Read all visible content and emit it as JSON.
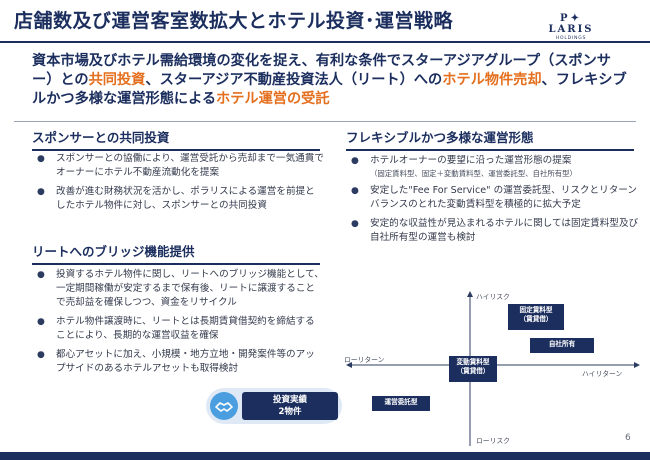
{
  "header": {
    "title": "店舗数及び運営客室数拡大とホテル投資･運営戦略",
    "logo_name": "POLARIS",
    "logo_sub": "HOLDINGS"
  },
  "lead": {
    "part1": "資本市場及びホテル需給環境の変化を捉え、有利な条件でスターアジアグループ（スポンサー）との",
    "hl1": "共同投資",
    "part2": "、スターアジア不動産投資法人（リート）への",
    "hl2": "ホテル物件売却",
    "part3": "、フレキシブルかつ多様な運営形態による",
    "hl3": "ホテル運営の受託"
  },
  "sponsor": {
    "heading": "スポンサーとの共同投資",
    "items": [
      "スポンサーとの協働により、運営受託から売却まで一気通貫でオーナーにホテル不動産流動化を提案",
      "改善が進む財務状況を活かし、ポラリスによる運営を前提としたホテル物件に対し、スポンサーとの共同投資"
    ]
  },
  "reit": {
    "heading": "リートへのブリッジ機能提供",
    "items": [
      "投資するホテル物件に関し、リートへのブリッジ機能として、一定期間稼働が安定するまで保有後、リートに譲渡することで売却益を確保しつつ、資金をリサイクル",
      "ホテル物件譲渡時に、リートとは長期賃貸借契約を締結することにより、長期的な運営収益を確保",
      "都心アセットに加え、小規模・地方立地・開発案件等のアップサイドのあるホテルアセットも取得検討"
    ]
  },
  "badge": {
    "line1": "投資実績",
    "line2": "2物件"
  },
  "flexible": {
    "heading": "フレキシブルかつ多様な運営形態",
    "item1": "ホテルオーナーの要望に沿った運営形態の提案",
    "item1_note": "（固定賃料型、固定＋変動賃料型、運営委託型、自社所有型）",
    "item2": "安定した\"Fee For Service\" の運営委託型、リスクとリターンバランスのとれた変動賃料型を積極的に拡大予定",
    "item3": "安定的な収益性が見込まれるホテルに関しては固定賃料型及び自社所有型の運営も検討"
  },
  "matrix": {
    "high_risk": "ハイリスク",
    "low_risk": "ローリスク",
    "low_return": "ローリターン",
    "high_return": "ハイリターン",
    "fixed_line1": "固定賃料型",
    "fixed_line2": "（賃貸借）",
    "own": "自社所有",
    "variable_line1": "変動賃料型",
    "variable_line2": "（賃貸借）",
    "management": "運営委託型"
  },
  "page_number": "6"
}
